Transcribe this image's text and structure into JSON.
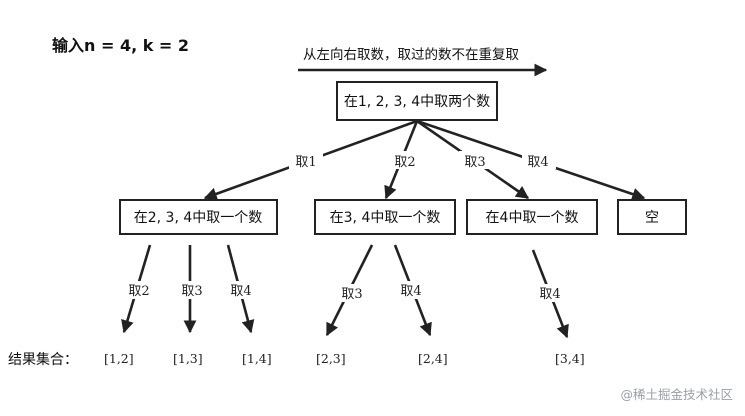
{
  "title": "输入n = 4, k = 2",
  "direction_text": "从左向右取数，取过的数不在重复取",
  "root": {
    "label": "在1, 2, 3, 4中取两个数"
  },
  "level1": [
    {
      "label": "在2, 3, 4中取一个数",
      "edge_label": "取1"
    },
    {
      "label": "在3, 4中取一个数",
      "edge_label": "取2"
    },
    {
      "label": "在4中取一个数",
      "edge_label": "取3"
    },
    {
      "label": "空",
      "edge_label": "取4"
    }
  ],
  "leaf_edges": [
    {
      "label": "取2"
    },
    {
      "label": "取3"
    },
    {
      "label": "取4"
    },
    {
      "label": "取3"
    },
    {
      "label": "取4"
    },
    {
      "label": "取4"
    }
  ],
  "results_label": "结果集合：",
  "results": [
    "[1,2]",
    "[1,3]",
    "[1,4]",
    "[2,3]",
    "[2,4]",
    "[3,4]"
  ],
  "watermark": "@稀土掘金技术社区",
  "colors": {
    "line": "#222222",
    "text": "#111111",
    "watermark": "#9aa0a8",
    "background": "#ffffff"
  }
}
